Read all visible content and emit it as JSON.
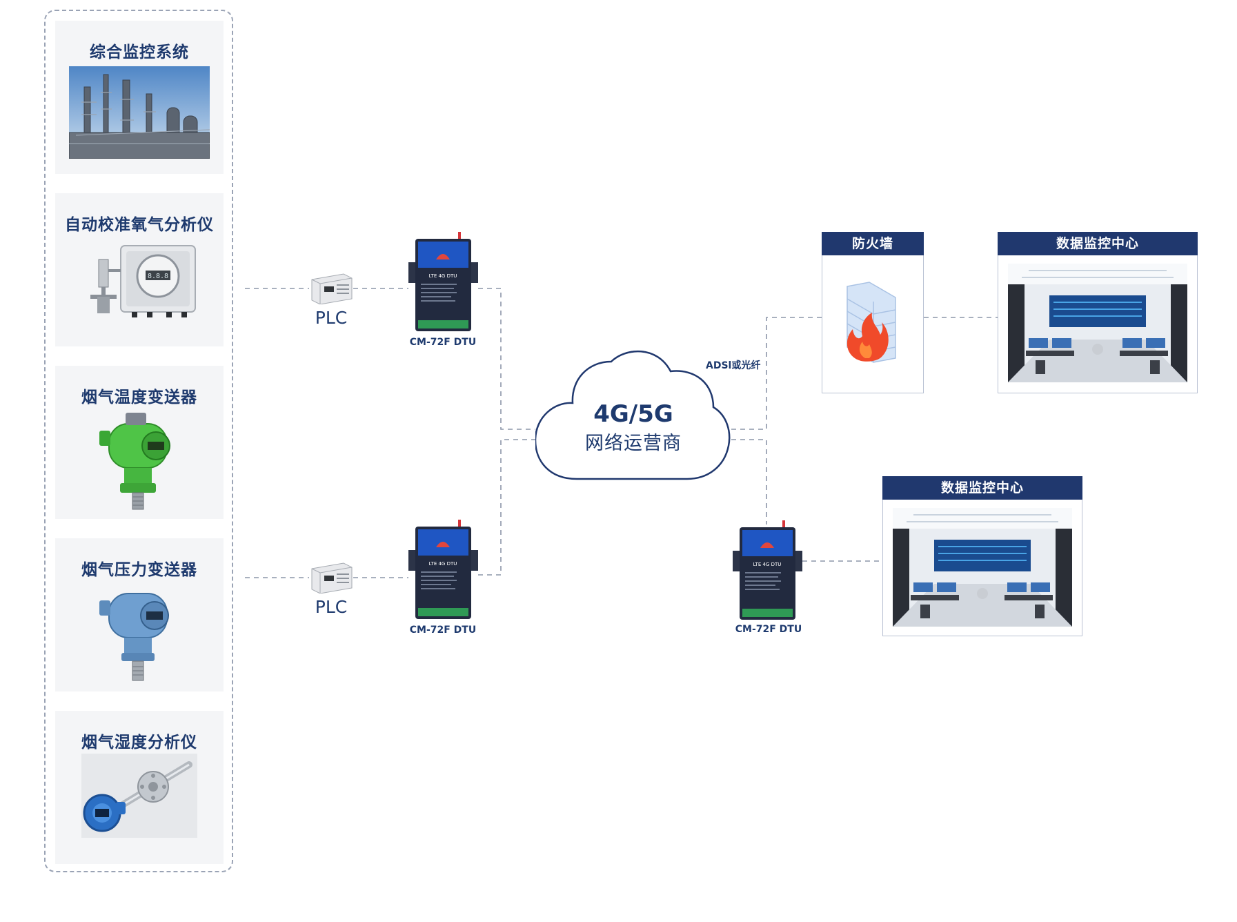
{
  "devices": [
    {
      "title": "综合监控系统",
      "icon": "industrial-plant-photo"
    },
    {
      "title": "自动校准氧气分析仪",
      "icon": "oxygen-analyzer-box"
    },
    {
      "title": "烟气温度变送器",
      "icon": "temperature-transmitter-green"
    },
    {
      "title": "烟气压力变送器",
      "icon": "pressure-transmitter-blue"
    },
    {
      "title": "烟气湿度分析仪",
      "icon": "humidity-analyzer-probe"
    }
  ],
  "plc_top": {
    "label": "PLC"
  },
  "plc_bottom": {
    "label": "PLC"
  },
  "dtu_top": {
    "label": "CM-72F DTU",
    "screen_text": "LTE 4G DTU"
  },
  "dtu_bottom": {
    "label": "CM-72F DTU",
    "screen_text": "LTE 4G DTU"
  },
  "dtu_right": {
    "label": "CM-72F DTU",
    "screen_text": "LTE 4G DTU"
  },
  "cloud": {
    "title": "4G/5G",
    "subtitle": "网络运营商"
  },
  "link_label": "ADSl或光纤",
  "firewall": {
    "title": "防火墙"
  },
  "monitor_top": {
    "title": "数据监控中心"
  },
  "monitor_bottom": {
    "title": "数据监控中心"
  },
  "colors": {
    "navy": "#20386e",
    "line": "#8c95a8",
    "fire": "#f04a2a",
    "brick": "#cfe0f5"
  }
}
